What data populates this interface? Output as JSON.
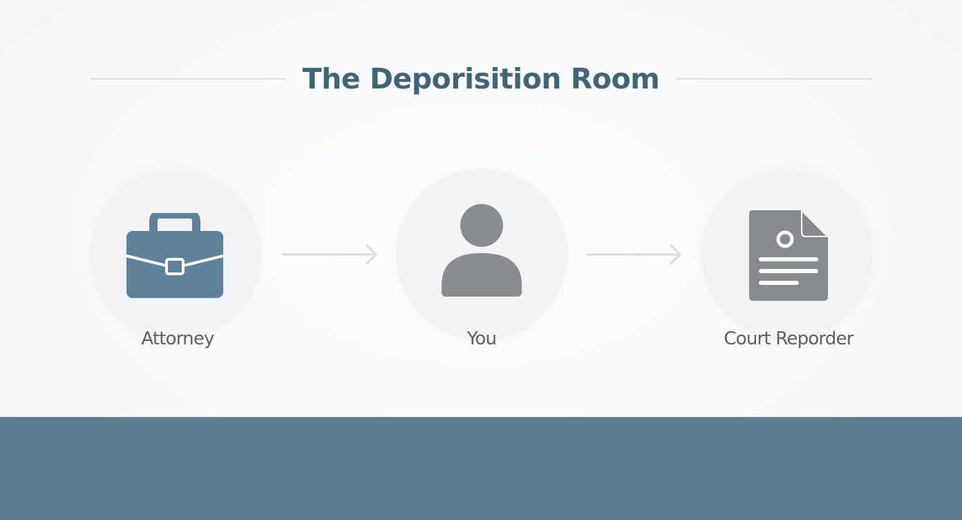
{
  "diagram": {
    "title": "The Deporisition Room",
    "nodes": [
      {
        "label": "Attorney",
        "icon": "briefcase-icon"
      },
      {
        "label": "You",
        "icon": "person-icon"
      },
      {
        "label": "Court Reporder",
        "icon": "document-icon"
      }
    ],
    "connectors": [
      {
        "from": "Attorney",
        "to": "You",
        "icon": "arrow-right-icon"
      },
      {
        "from": "You",
        "to": "Court Reporder",
        "icon": "arrow-right-icon"
      }
    ]
  },
  "colors": {
    "title": "#3f6678",
    "briefcase": "#5d8299",
    "person": "#8a8d90",
    "document": "#888b8e",
    "label": "#5a6165",
    "arrow": "#d9dde0",
    "node_background": "#f1f3f5",
    "footer_band": "#5d7f92"
  }
}
